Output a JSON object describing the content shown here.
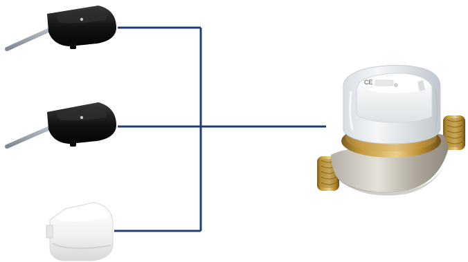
{
  "diagram": {
    "connector_color": "#1f3f73",
    "modules": [
      {
        "id": "module-top",
        "icon": "black-pulse-sensor-with-cable",
        "color": "#111111"
      },
      {
        "id": "module-middle",
        "icon": "black-pulse-sensor-with-cable",
        "color": "#111111"
      },
      {
        "id": "module-bottom",
        "icon": "white-communication-module",
        "color": "#f2f2f2"
      }
    ],
    "meter": {
      "icon": "brass-water-meter",
      "body_color": "#b9b3a7",
      "brass_color": "#c8a34d",
      "dial_face_color": "#dfe3e6",
      "label": "CE"
    }
  }
}
